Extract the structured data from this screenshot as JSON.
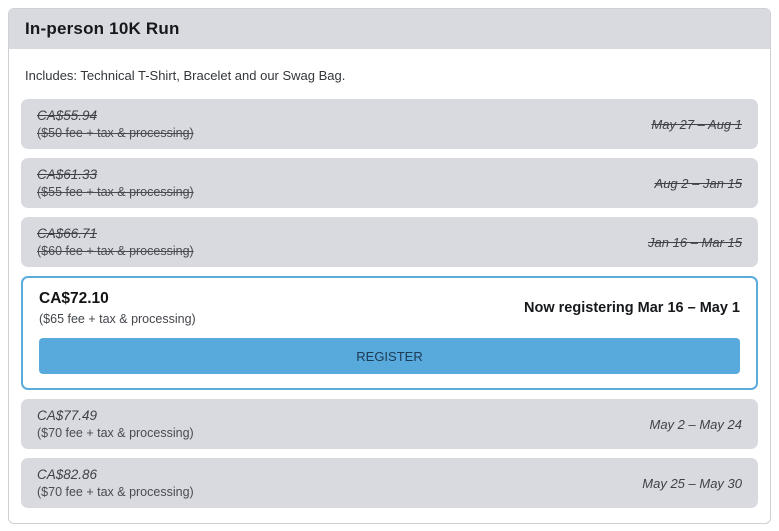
{
  "header": {
    "title": "In-person 10K Run"
  },
  "description": "Includes: Technical T-Shirt, Bracelet and our Swag Bag.",
  "tiers": [
    {
      "price": "CA$55.94",
      "fee": "($50 fee + tax & processing)",
      "dates": "May 27 – Aug 1",
      "status": "past"
    },
    {
      "price": "CA$61.33",
      "fee": "($55 fee + tax & processing)",
      "dates": "Aug 2 – Jan 15",
      "status": "past"
    },
    {
      "price": "CA$66.71",
      "fee": "($60 fee + tax & processing)",
      "dates": "Jan 16 – Mar 15",
      "status": "past"
    },
    {
      "price": "CA$72.10",
      "fee": "($65 fee + tax & processing)",
      "dates": "Now registering Mar 16 – May 1",
      "status": "current",
      "button_label": "REGISTER"
    },
    {
      "price": "CA$77.49",
      "fee": "($70 fee + tax & processing)",
      "dates": "May 2 – May 24",
      "status": "future"
    },
    {
      "price": "CA$82.86",
      "fee": "($70 fee + tax & processing)",
      "dates": "May 25 – May 30",
      "status": "future"
    }
  ],
  "colors": {
    "accent_blue": "#5babdd",
    "button_bg": "#58a9dc",
    "button_text": "#1d3a55",
    "row_bg": "#d8dae0",
    "header_bg": "#d8dae0",
    "card_border": "#cdd0d5"
  }
}
